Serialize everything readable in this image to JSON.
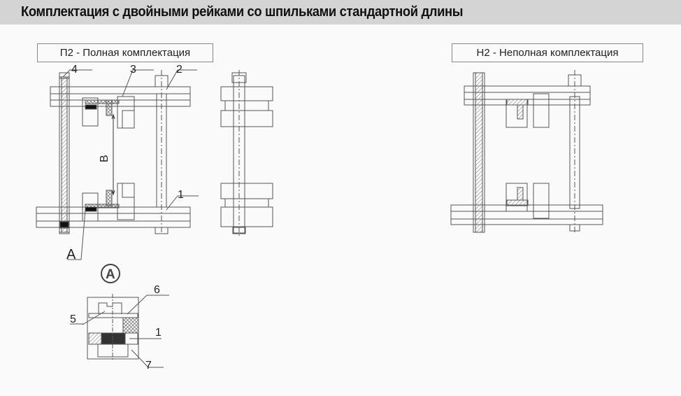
{
  "title": "Комплектация с двойными рейками со шпильками стандартной длины",
  "variants": [
    {
      "label": "П2 - Полная комплектация"
    },
    {
      "label": "Н2 - Неполная комплектация"
    }
  ],
  "callouts": {
    "main": [
      "4",
      "3",
      "2",
      "1"
    ],
    "dimension": "B",
    "detail_ref": "A",
    "detail_title": "A",
    "detail": [
      "6",
      "5",
      "1",
      "7"
    ]
  }
}
